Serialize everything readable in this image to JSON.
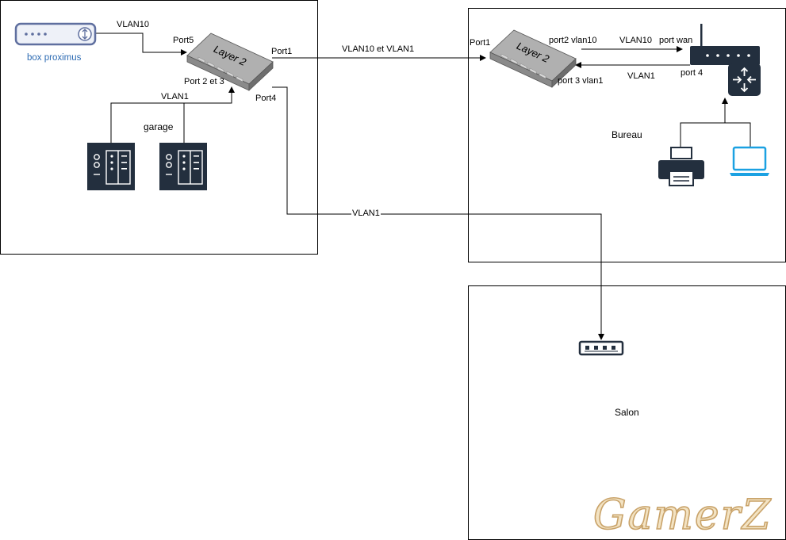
{
  "rooms": {
    "garage": {
      "title": "garage"
    },
    "bureau": {
      "title": "Bureau"
    },
    "salon": {
      "title": "Salon"
    }
  },
  "devices": {
    "box": {
      "label": "box proximus",
      "icon": "modem-icon"
    },
    "switch_garage": {
      "text": "Layer 2",
      "icon": "layer2-switch-icon"
    },
    "switch_bureau": {
      "text": "Layer 2",
      "icon": "layer2-switch-icon"
    },
    "nas1": {
      "icon": "nas-server-icon"
    },
    "nas2": {
      "icon": "nas-server-icon"
    },
    "router": {
      "icon": "wifi-router-icon"
    },
    "router_glyph": {
      "icon": "router-icon"
    },
    "printer": {
      "icon": "printer-icon"
    },
    "laptop": {
      "icon": "laptop-icon"
    },
    "salon_switch": {
      "icon": "network-switch-icon"
    }
  },
  "links": {
    "box_to_switch": "VLAN10",
    "nas_to_switch": "VLAN1",
    "switch_to_switch": "VLAN10 et VLAN1",
    "garage_to_salon": "VLAN1",
    "bureau_to_router": "VLAN10",
    "router_to_bureau": "VLAN1"
  },
  "ports": {
    "garage_port5": "Port5",
    "garage_port1": "Port1",
    "garage_port23": "Port 2 et 3",
    "garage_port4": "Port4",
    "bureau_port1": "Port1",
    "bureau_port2": "port2 vlan10",
    "bureau_port3": "port 3 vlan1",
    "router_wan": "port wan",
    "router_port4": "port 4"
  },
  "watermark": "GamerZ",
  "colors": {
    "line": "#000000",
    "switch_body": "#9a9a9a",
    "dark_device": "#232f3e",
    "laptop": "#1ba1e2",
    "box_label": "#2d6bb3",
    "watermark_fill": "#f3e3c3",
    "watermark_stroke": "#c9a36a"
  }
}
